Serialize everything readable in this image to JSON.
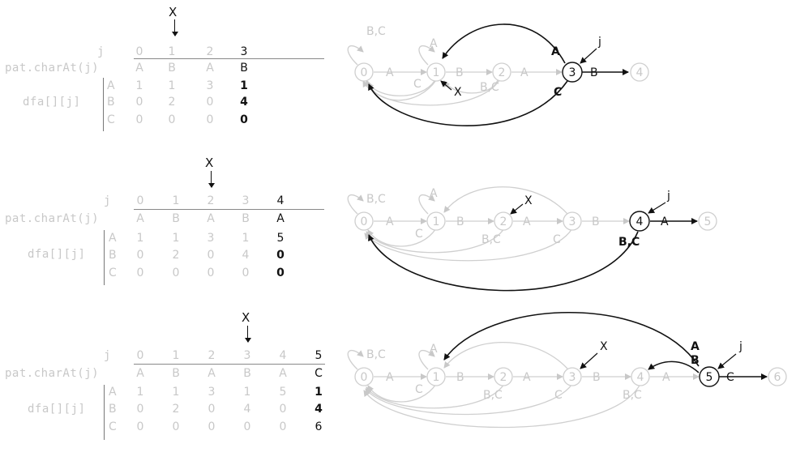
{
  "panels": [
    {
      "table": {
        "marker": "X",
        "j_label": "j",
        "j_values": [
          "0",
          "1",
          "2",
          "3"
        ],
        "pat_label": "pat.charAt(j)",
        "pat_values": [
          "A",
          "B",
          "A",
          "B"
        ],
        "dfa_label": "dfa[][j]",
        "row_letters": [
          "A",
          "B",
          "C"
        ],
        "dfa_rows": [
          [
            "1",
            "1",
            "3",
            "1"
          ],
          [
            "0",
            "2",
            "0",
            "4"
          ],
          [
            "0",
            "0",
            "0",
            "0"
          ]
        ]
      },
      "graph": {
        "states": [
          "0",
          "1",
          "2",
          "3",
          "4"
        ],
        "forward_labels": [
          "A",
          "B",
          "A",
          "B"
        ],
        "self_loop_0": "B,C",
        "self_loop_1": "A",
        "back_labels_grey": [
          "C",
          "B,C"
        ],
        "new_back_labels": [
          "A",
          "C"
        ],
        "j_label": "j",
        "x_label": "X"
      }
    },
    {
      "table": {
        "marker": "X",
        "j_label": "j",
        "j_values": [
          "0",
          "1",
          "2",
          "3",
          "4"
        ],
        "pat_label": "pat.charAt(j)",
        "pat_values": [
          "A",
          "B",
          "A",
          "B",
          "A"
        ],
        "dfa_label": "dfa[][j]",
        "row_letters": [
          "A",
          "B",
          "C"
        ],
        "dfa_rows": [
          [
            "1",
            "1",
            "3",
            "1",
            "5"
          ],
          [
            "0",
            "2",
            "0",
            "4",
            "0"
          ],
          [
            "0",
            "0",
            "0",
            "0",
            "0"
          ]
        ]
      },
      "graph": {
        "states": [
          "0",
          "1",
          "2",
          "3",
          "4",
          "5"
        ],
        "forward_labels": [
          "A",
          "B",
          "A",
          "B",
          "A"
        ],
        "self_loop_0": "B,C",
        "self_loop_1": "A",
        "back_labels_grey": [
          "C",
          "B,C",
          "C"
        ],
        "new_back_labels": [
          "B,C"
        ],
        "j_label": "j",
        "x_label": "X"
      }
    },
    {
      "table": {
        "marker": "X",
        "j_label": "j",
        "j_values": [
          "0",
          "1",
          "2",
          "3",
          "4",
          "5"
        ],
        "pat_label": "pat.charAt(j)",
        "pat_values": [
          "A",
          "B",
          "A",
          "B",
          "A",
          "C"
        ],
        "dfa_label": "dfa[][j]",
        "row_letters": [
          "A",
          "B",
          "C"
        ],
        "dfa_rows": [
          [
            "1",
            "1",
            "3",
            "1",
            "5",
            "1"
          ],
          [
            "0",
            "2",
            "0",
            "4",
            "0",
            "4"
          ],
          [
            "0",
            "0",
            "0",
            "0",
            "0",
            "6"
          ]
        ]
      },
      "graph": {
        "states": [
          "0",
          "1",
          "2",
          "3",
          "4",
          "5",
          "6"
        ],
        "forward_labels": [
          "A",
          "B",
          "A",
          "B",
          "A",
          "C"
        ],
        "self_loop_0": "B,C",
        "self_loop_1": "A",
        "back_labels_grey": [
          "C",
          "B,C",
          "C",
          "B,C"
        ],
        "new_back_labels": [
          "A",
          "B"
        ],
        "j_label": "j",
        "x_label": "X"
      }
    }
  ]
}
